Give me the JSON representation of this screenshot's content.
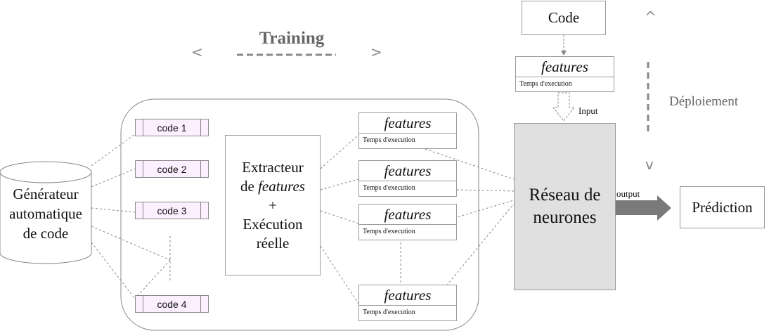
{
  "training": {
    "title": "Training",
    "left_chevron": "<",
    "right_chevron": ">"
  },
  "deployment": {
    "label": "Déploiement",
    "up_chevron": "^",
    "down_chevron": "v"
  },
  "top_code": "Code",
  "features_title": "features",
  "features_subtitle": "Temps d'execution",
  "input_label": "Input",
  "output_label": "output",
  "generator": {
    "lines": [
      "Générateur",
      "automatique",
      "de code"
    ]
  },
  "codes": [
    "code 1",
    "code 2",
    "code 3",
    "code 4"
  ],
  "extractor": {
    "line1": "Extracteur",
    "line2_prefix": "de ",
    "line2_italic": "features",
    "line3": "+",
    "line4": "Exécution",
    "line5": "réelle"
  },
  "network": {
    "line1": "Réseau de",
    "line2": "neurones"
  },
  "prediction": "Prédiction",
  "colors": {
    "code_fill": "#fcefff",
    "network_fill": "#e0e0e0",
    "arrow_fill": "#7a7a7a",
    "dashed_gray": "#888888"
  }
}
